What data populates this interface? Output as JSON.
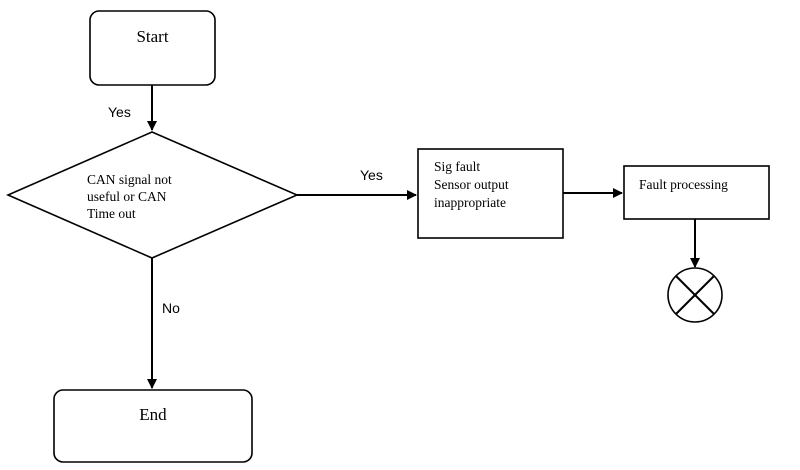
{
  "nodes": {
    "start": {
      "label": "Start"
    },
    "decision": {
      "lines": [
        "CAN signal not",
        "useful or CAN",
        "Time out"
      ]
    },
    "sig_fault": {
      "lines": [
        "Sig fault",
        "Sensor output",
        "inappropriate"
      ]
    },
    "fault_processing": {
      "label": "Fault processing"
    },
    "end": {
      "label": "End"
    },
    "terminator": {
      "icon": "crossed-circle-icon"
    }
  },
  "edges": {
    "start_to_decision": {
      "label": "Yes"
    },
    "decision_to_sig_fault": {
      "label": "Yes"
    },
    "decision_to_end": {
      "label": "No"
    }
  },
  "colors": {
    "stroke": "#000000",
    "fill": "#ffffff",
    "text": "#000000"
  }
}
